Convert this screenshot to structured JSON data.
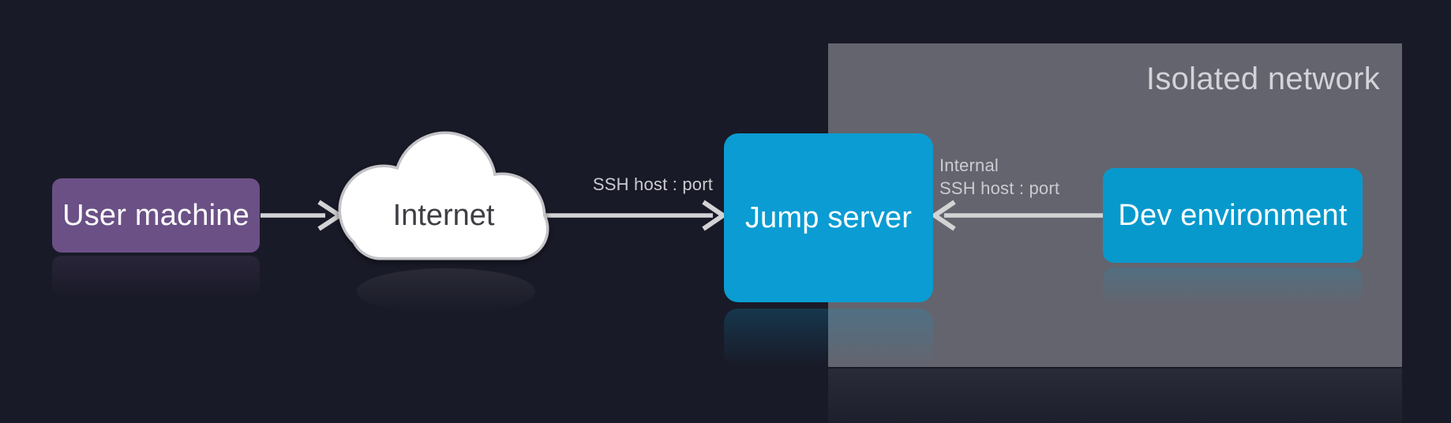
{
  "style": {
    "background": "#191a27",
    "arrow_color": "#d3d3d6",
    "edge_label_color": "#cbcbd1"
  },
  "groups": {
    "isolated_network": {
      "label": "Isolated network",
      "fill": "#64646e",
      "label_color": "#d3d3d8"
    }
  },
  "nodes": {
    "user_machine": {
      "label": "User machine",
      "fill": "#6b5086",
      "text_color": "#ffffff"
    },
    "internet": {
      "label": "Internet",
      "fill": "#ffffff",
      "border_color": "#c3c3c8",
      "text_color": "#3e3e44"
    },
    "jump_server": {
      "label": "Jump server",
      "fill": "#0a9cd3",
      "text_color": "#ffffff"
    },
    "dev_environment": {
      "label": "Dev environment",
      "fill": "#0899cc",
      "text_color": "#ffffff"
    }
  },
  "edges": {
    "user_to_internet": {
      "from": "user_machine",
      "to": "internet",
      "label": ""
    },
    "internet_to_jump_server": {
      "from": "internet",
      "to": "jump_server",
      "label": "SSH host : port"
    },
    "dev_environment_to_jump_server": {
      "from": "dev_environment",
      "to": "jump_server",
      "label_lines": [
        "Internal",
        "SSH host : port"
      ]
    }
  }
}
